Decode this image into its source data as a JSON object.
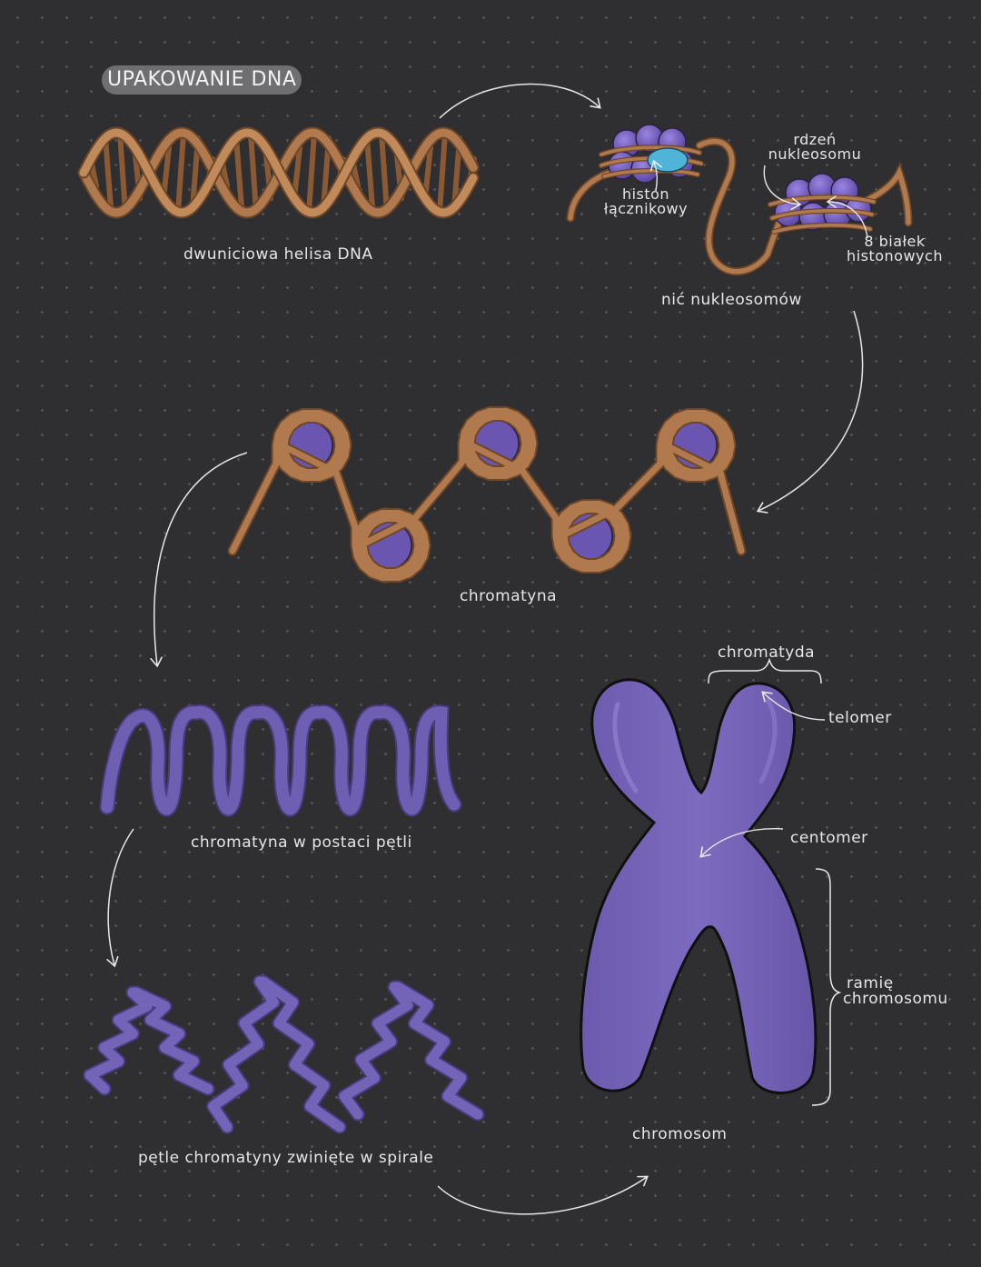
{
  "title": "UPAKOWANIE DNA",
  "labels": {
    "double_helix": "dwuniciowa helisa DNA",
    "linker_histone_line1": "histon",
    "linker_histone_line2": "łącznikowy",
    "nucleosome_core_line1": "rdzeń",
    "nucleosome_core_line2": "nukleosomu",
    "histone_proteins_line1": "8 białek",
    "histone_proteins_line2": "histonowych",
    "nucleosome_strand": "nić nukleosomów",
    "chromatin": "chromatyna",
    "chromatin_loops": "chromatyna w postaci pętli",
    "coiled_loops": "pętle chromatyny zwinięte w spirale",
    "chromatid": "chromatyda",
    "telomere": "telomer",
    "centromere": "centomer",
    "arm_line1": "ramię",
    "arm_line2": "chromosomu",
    "chromosome": "chromosom"
  },
  "colors": {
    "background": "#2f2f31",
    "dna": "#b07a4e",
    "dna_dark": "#7a4f2f",
    "histone": "#6a56b0",
    "histone_light": "#8a77d0",
    "linker": "#4fb4d8",
    "chromosome": "#7462b4",
    "loops": "#6f5fb3",
    "arrow": "#e8e8e8",
    "label": "#e6e6e6"
  }
}
